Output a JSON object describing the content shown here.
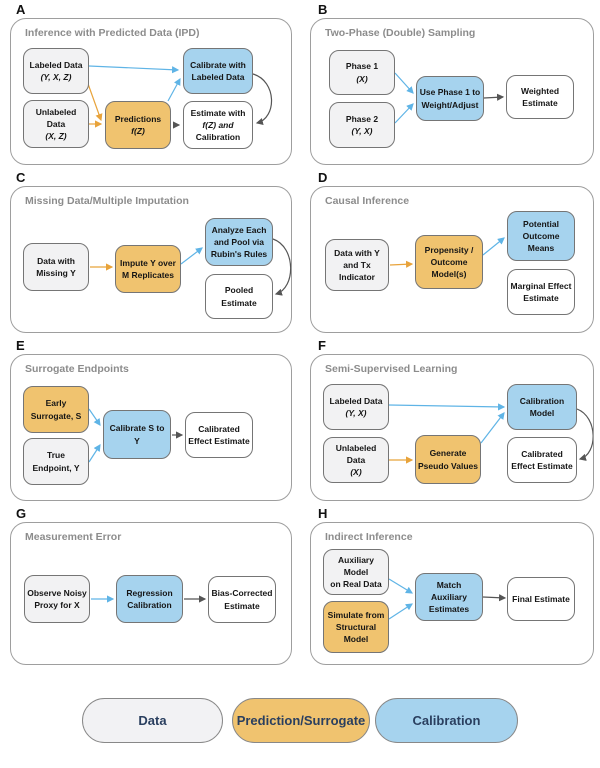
{
  "colors": {
    "data_fill": "#f2f2f3",
    "surrogate_fill": "#f0c36f",
    "calibration_fill": "#a6d3ee",
    "arrow_blue": "#5fb4e6",
    "arrow_orange": "#e8a33b",
    "arrow_gray": "#555555"
  },
  "panels": [
    {
      "letter": "A",
      "title": "Inference with Predicted Data (IPD)",
      "nodes": [
        {
          "lines": [
            "Labeled Data",
            "(Y, X, Z)"
          ],
          "type": "data"
        },
        {
          "lines": [
            "Unlabeled Data",
            "(X, Z)"
          ],
          "type": "data"
        },
        {
          "lines": [
            "Predictions",
            "f(Z)"
          ],
          "type": "surrogate"
        },
        {
          "lines": [
            "Calibrate with",
            "Labeled Data"
          ],
          "type": "calibration"
        },
        {
          "lines": [
            "Estimate with",
            "f(Z) and",
            "Calibration"
          ],
          "type": "estimate"
        }
      ]
    },
    {
      "letter": "B",
      "title": "Two-Phase (Double) Sampling",
      "nodes": [
        {
          "lines": [
            "Phase 1",
            "(X)"
          ],
          "type": "data"
        },
        {
          "lines": [
            "Phase 2",
            "(Y, X)"
          ],
          "type": "data"
        },
        {
          "lines": [
            "Use Phase 1 to",
            "Weight/Adjust"
          ],
          "type": "calibration"
        },
        {
          "lines": [
            "Weighted",
            "Estimate"
          ],
          "type": "estimate"
        }
      ]
    },
    {
      "letter": "C",
      "title": "Missing Data/Multiple Imputation",
      "nodes": [
        {
          "lines": [
            "Data with",
            "Missing Y"
          ],
          "type": "data"
        },
        {
          "lines": [
            "Impute Y over",
            "M Replicates"
          ],
          "type": "surrogate"
        },
        {
          "lines": [
            "Analyze Each",
            "and Pool via",
            "Rubin's Rules"
          ],
          "type": "calibration"
        },
        {
          "lines": [
            "Pooled",
            "Estimate"
          ],
          "type": "estimate"
        }
      ]
    },
    {
      "letter": "D",
      "title": "Causal Inference",
      "nodes": [
        {
          "lines": [
            "Data with Y",
            "and Tx",
            "Indicator"
          ],
          "type": "data"
        },
        {
          "lines": [
            "Propensity /",
            "Outcome",
            "Model(s)"
          ],
          "type": "surrogate"
        },
        {
          "lines": [
            "Potential",
            "Outcome",
            "Means"
          ],
          "type": "calibration"
        },
        {
          "lines": [
            "Marginal Effect",
            "Estimate"
          ],
          "type": "estimate"
        }
      ]
    },
    {
      "letter": "E",
      "title": "Surrogate Endpoints",
      "nodes": [
        {
          "lines": [
            "Early",
            "Surrogate, S"
          ],
          "type": "surrogate"
        },
        {
          "lines": [
            "True",
            "Endpoint, Y"
          ],
          "type": "data"
        },
        {
          "lines": [
            "Calibrate S to Y"
          ],
          "type": "calibration"
        },
        {
          "lines": [
            "Calibrated",
            "Effect Estimate"
          ],
          "type": "estimate"
        }
      ]
    },
    {
      "letter": "F",
      "title": "Semi-Supervised Learning",
      "nodes": [
        {
          "lines": [
            "Labeled Data",
            "(Y, X)"
          ],
          "type": "data"
        },
        {
          "lines": [
            "Unlabeled Data",
            "(X)"
          ],
          "type": "data"
        },
        {
          "lines": [
            "Generate",
            "Pseudo Values"
          ],
          "type": "surrogate"
        },
        {
          "lines": [
            "Calibration",
            "Model"
          ],
          "type": "calibration"
        },
        {
          "lines": [
            "Calibrated",
            "Effect Estimate"
          ],
          "type": "estimate"
        }
      ]
    },
    {
      "letter": "G",
      "title": "Measurement Error",
      "nodes": [
        {
          "lines": [
            "Observe Noisy",
            "Proxy for X"
          ],
          "type": "data"
        },
        {
          "lines": [
            "Regression",
            "Calibration"
          ],
          "type": "calibration"
        },
        {
          "lines": [
            "Bias-Corrected",
            "Estimate"
          ],
          "type": "estimate"
        }
      ]
    },
    {
      "letter": "H",
      "title": "Indirect Inference",
      "nodes": [
        {
          "lines": [
            "Auxiliary Model",
            "on Real Data"
          ],
          "type": "data"
        },
        {
          "lines": [
            "Simulate from",
            "Structural",
            "Model"
          ],
          "type": "surrogate"
        },
        {
          "lines": [
            "Match Auxiliary",
            "Estimates"
          ],
          "type": "calibration"
        },
        {
          "lines": [
            "Final Estimate"
          ],
          "type": "estimate"
        }
      ]
    }
  ],
  "legend": [
    {
      "label": "Data",
      "type": "data"
    },
    {
      "label": "Prediction/Surrogate",
      "type": "surrogate"
    },
    {
      "label": "Calibration",
      "type": "calibration"
    }
  ]
}
